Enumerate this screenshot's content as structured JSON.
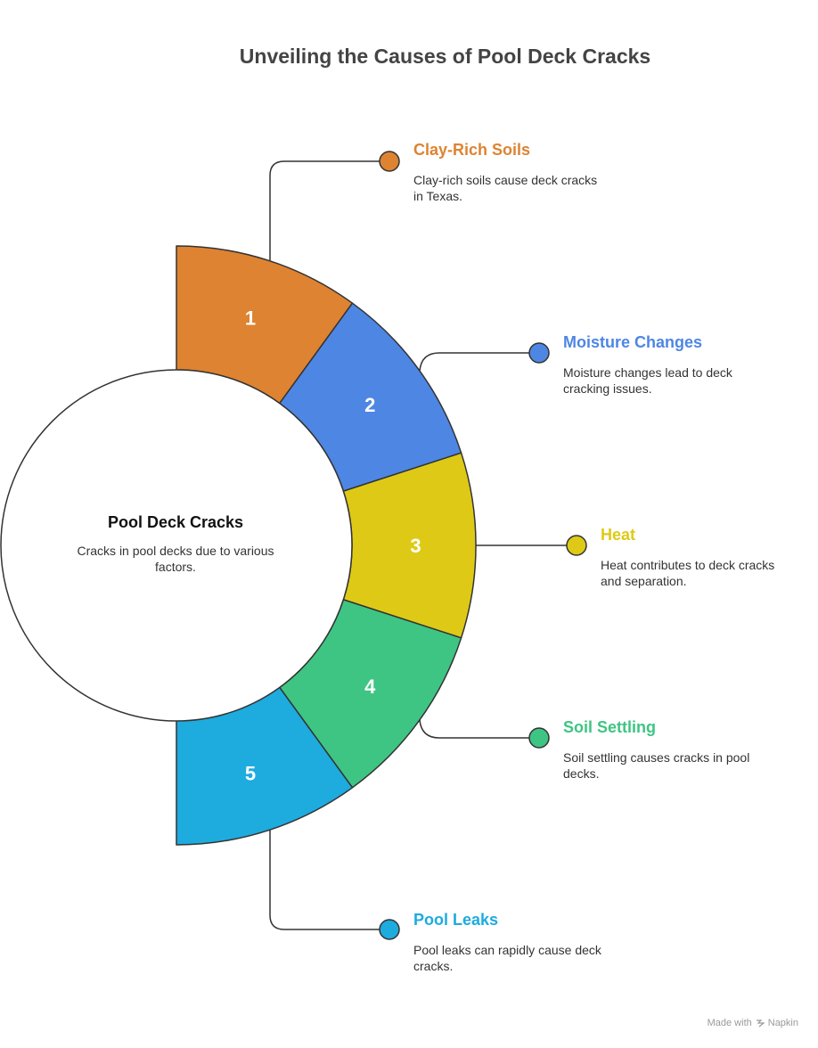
{
  "title": "Unveiling the Causes of Pool Deck Cracks",
  "center": {
    "title": "Pool Deck Cracks",
    "description": "Cracks in pool decks due to various factors."
  },
  "segments": [
    {
      "number": "1",
      "label": "Clay-Rich Soils",
      "description": "Clay-rich soils cause deck cracks in Texas.",
      "color": "#DE8331"
    },
    {
      "number": "2",
      "label": "Moisture Changes",
      "description": "Moisture changes lead to deck cracking issues.",
      "color": "#4E86E4"
    },
    {
      "number": "3",
      "label": "Heat",
      "description": "Heat contributes to deck cracks and separation.",
      "color": "#DECA16"
    },
    {
      "number": "4",
      "label": "Soil Settling",
      "description": "Soil settling causes cracks in pool decks.",
      "color": "#3EC583"
    },
    {
      "number": "5",
      "label": "Pool Leaks",
      "description": "Pool leaks can rapidly cause deck cracks.",
      "color": "#1EABDE"
    }
  ],
  "footer": {
    "made_with": "Made with",
    "brand": "Napkin",
    "icon": "napkin-icon"
  }
}
